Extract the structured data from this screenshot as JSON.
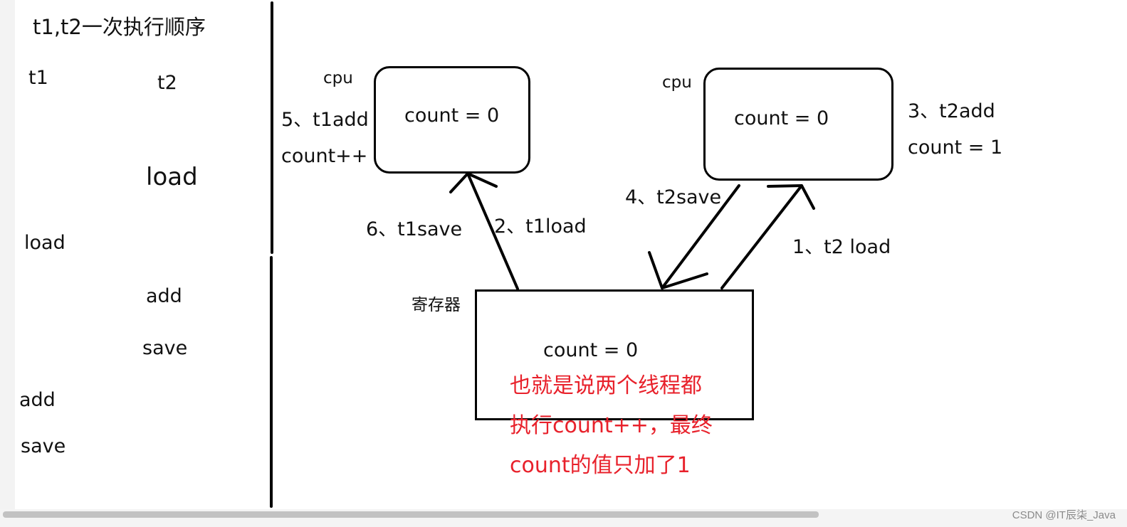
{
  "left_panel": {
    "title": "t1,t2一次执行顺序",
    "col_t1_header": "t1",
    "col_t2_header": "t2",
    "t2_steps": [
      "load",
      "add",
      "save"
    ],
    "t1_steps": [
      "load",
      "add",
      "save"
    ]
  },
  "cpu1": {
    "label": "cpu",
    "content": "count = 0",
    "side_note_line1": "5、t1add",
    "side_note_line2": "count++"
  },
  "cpu2": {
    "label": "cpu",
    "content": "count = 0",
    "side_note_line1": "3、t2add",
    "side_note_line2": "count = 1"
  },
  "register": {
    "label": "寄存器",
    "content": "count = 0"
  },
  "arrow_labels": {
    "t2_load": "1、t2 load",
    "t1_load": "2、t1load",
    "t2_save": "4、t2save",
    "t1_save": "6、t1save"
  },
  "conclusion": {
    "line1": "也就是说两个线程都",
    "line2": "执行count++，最终",
    "line3": "count的值只加了1",
    "color": "#e8212b"
  },
  "watermark": "CSDN @IT辰柒_Java"
}
